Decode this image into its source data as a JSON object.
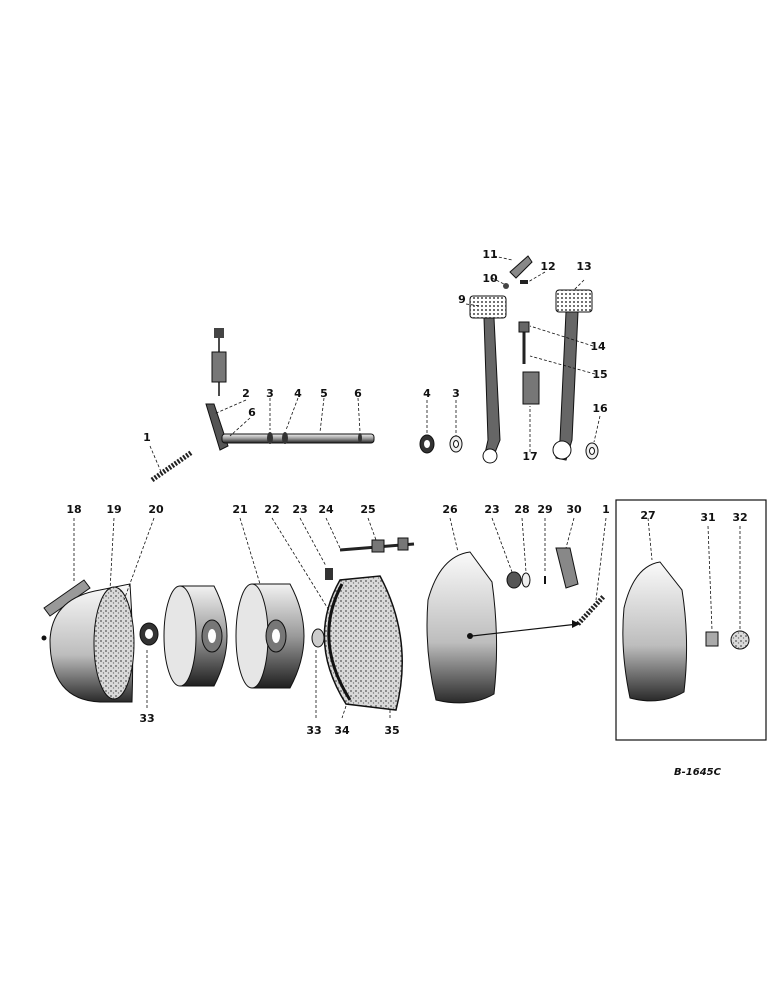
{
  "diagram": {
    "drawing_number": "B-1645C",
    "callouts": [
      "1",
      "2",
      "3",
      "4",
      "5",
      "6",
      "9",
      "10",
      "11",
      "12",
      "13",
      "14",
      "15",
      "16",
      "17",
      "18",
      "19",
      "20",
      "21",
      "22",
      "23",
      "24",
      "25",
      "26",
      "27",
      "28",
      "29",
      "30",
      "31",
      "32",
      "33",
      "34",
      "35"
    ],
    "colors": {
      "ink": "#1a1a1a",
      "paper": "#ffffff",
      "shade": "#8a8a8a",
      "lining": "#b5b5b5"
    }
  }
}
